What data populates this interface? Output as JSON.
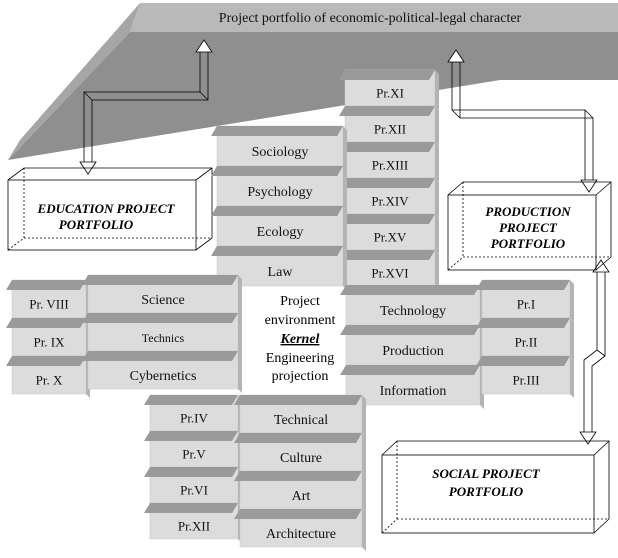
{
  "top_banner": {
    "title": "Project portfolio of economic-political-legal character"
  },
  "portfolios": {
    "education": [
      "EDUCATION PROJECT",
      "PORTFOLIO"
    ],
    "production": [
      "PRODUCTION",
      "PROJECT",
      "PORTFOLIO"
    ],
    "social": [
      "SOCIAL PROJECT",
      "PORTFOLIO"
    ]
  },
  "kernel": {
    "line1": "Project",
    "line2": "environment",
    "kernel_word": "Kernel",
    "line4": "Engineering",
    "line5": "projection"
  },
  "blocks": {
    "top_projects": [
      "Pr.XI",
      "Pr.XII",
      "Pr.XIII",
      "Pr.XIV",
      "Pr.XV",
      "Pr.XVI"
    ],
    "top_disciplines": [
      "Sociology",
      "Psychology",
      "Ecology",
      "Law"
    ],
    "left_projects": [
      "Pr. VIII",
      "Pr. IX",
      "Pr. X"
    ],
    "left_disciplines": [
      "Science",
      "Technics",
      "Cybernetics"
    ],
    "right_disciplines": [
      "Technology",
      "Production",
      "Information"
    ],
    "right_projects": [
      "Pr.I",
      "Pr.II",
      "Pr.III"
    ],
    "bottom_projects": [
      "Pr.IV",
      "Pr.V",
      "Pr.VI",
      "Pr.XII"
    ],
    "bottom_disciplines": [
      "Technical",
      "Culture",
      "Art",
      "Architecture"
    ]
  }
}
